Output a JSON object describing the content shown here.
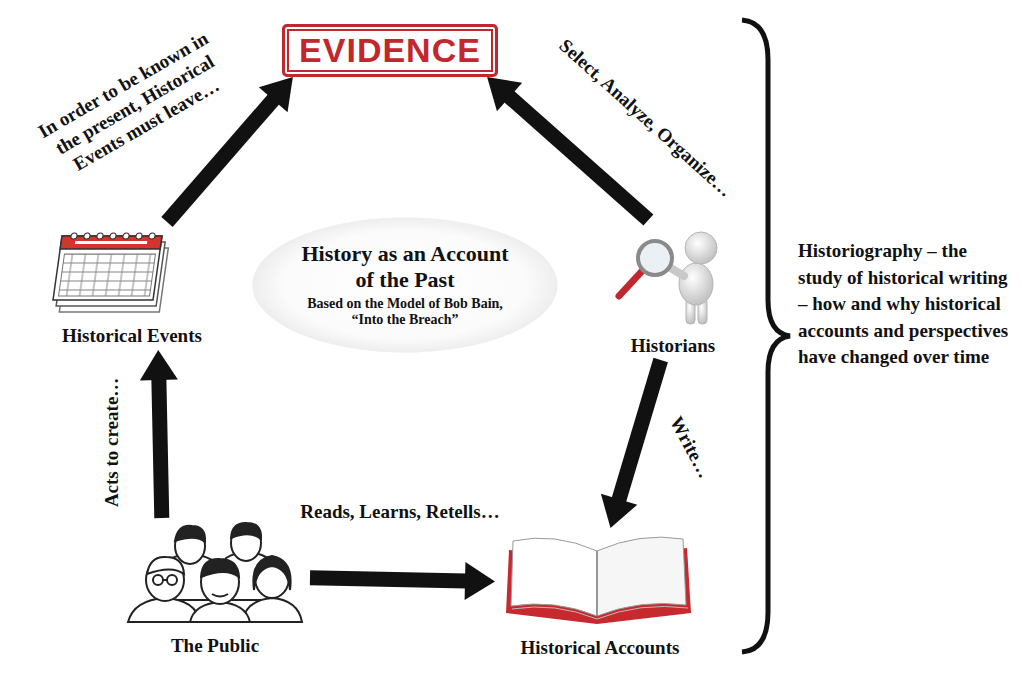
{
  "diagram": {
    "nodes": [
      {
        "text": [
          "EVIDENCE"
        ]
      },
      {
        "text": [
          "Historical Events"
        ]
      },
      {
        "text": [
          "History as an Account of the Past",
          "Based on the Model of Bob Bain, “Into the Breach”"
        ]
      },
      {
        "text": [
          "Historians"
        ]
      },
      {
        "text": [
          "The Public"
        ]
      },
      {
        "text": [
          "Historical Accounts"
        ]
      }
    ],
    "edges": [
      {
        "from": 1,
        "to": 0,
        "arrow": "to",
        "label": "In order to be known in the present, Historical Events must leave…"
      },
      {
        "from": 3,
        "to": 0,
        "arrow": "to",
        "label": "Select, Analyze, Organize…"
      },
      {
        "from": 3,
        "to": 5,
        "arrow": "to",
        "label": "Write…"
      },
      {
        "from": 4,
        "to": 5,
        "arrow": "to",
        "label": "Reads, Learns, Retells…"
      },
      {
        "from": 4,
        "to": 1,
        "arrow": "to",
        "label": "Acts to create…"
      }
    ],
    "labels": [
      "Historiography – the study of historical writing – how and why historical accounts and perspectives have changed over time"
    ]
  }
}
